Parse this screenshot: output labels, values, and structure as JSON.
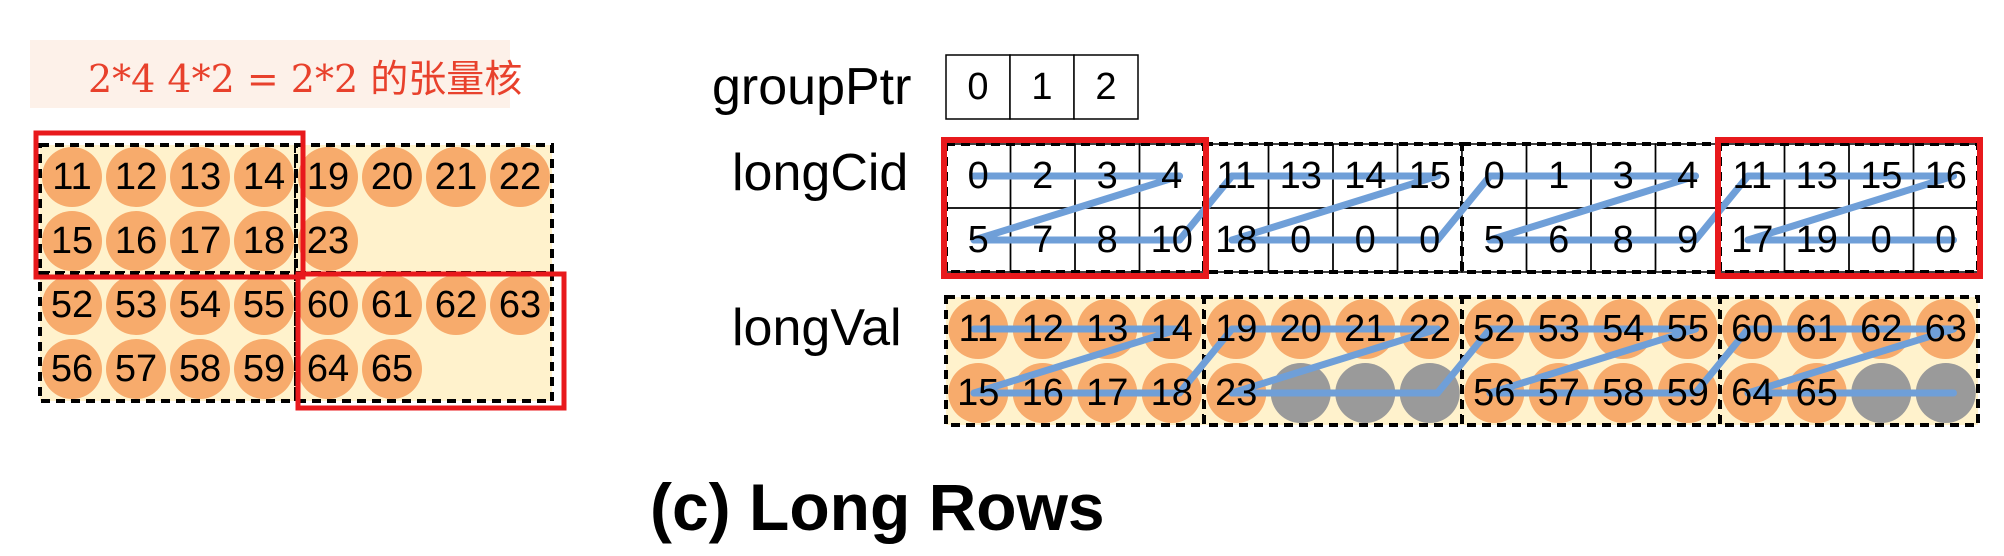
{
  "header_text": "2*4 4*2 = 2*2 的张量核",
  "caption": "(c)  Long Rows",
  "labels": {
    "groupPtr": "groupPtr",
    "longCid": "longCid",
    "longVal": "longVal"
  },
  "matrix": {
    "rows": [
      [
        "11",
        "12",
        "13",
        "14",
        "19",
        "20",
        "21",
        "22"
      ],
      [
        "15",
        "16",
        "17",
        "18",
        "23",
        "",
        "",
        ""
      ],
      [
        "52",
        "53",
        "54",
        "55",
        "60",
        "61",
        "62",
        "63"
      ],
      [
        "56",
        "57",
        "58",
        "59",
        "64",
        "65",
        "",
        ""
      ]
    ]
  },
  "groupPtr": [
    "0",
    "1",
    "2"
  ],
  "longCid": [
    {
      "top": [
        "0",
        "2",
        "3",
        "4"
      ],
      "bottom": [
        "5",
        "7",
        "8",
        "10"
      ],
      "highlighted": true
    },
    {
      "top": [
        "11",
        "13",
        "14",
        "15"
      ],
      "bottom": [
        "18",
        "0",
        "0",
        "0"
      ],
      "highlighted": false
    },
    {
      "top": [
        "0",
        "1",
        "3",
        "4"
      ],
      "bottom": [
        "5",
        "6",
        "8",
        "9"
      ],
      "highlighted": false
    },
    {
      "top": [
        "11",
        "13",
        "15",
        "16"
      ],
      "bottom": [
        "17",
        "19",
        "0",
        "0"
      ],
      "highlighted": true
    }
  ],
  "longVal": [
    {
      "top": [
        "11",
        "12",
        "13",
        "14"
      ],
      "bottom": [
        "15",
        "16",
        "17",
        "18"
      ]
    },
    {
      "top": [
        "19",
        "20",
        "21",
        "22"
      ],
      "bottom": [
        "23",
        "",
        "",
        ""
      ]
    },
    {
      "top": [
        "52",
        "53",
        "54",
        "55"
      ],
      "bottom": [
        "56",
        "57",
        "58",
        "59"
      ]
    },
    {
      "top": [
        "60",
        "61",
        "62",
        "63"
      ],
      "bottom": [
        "64",
        "65",
        "",
        ""
      ]
    }
  ],
  "colors": {
    "highlight_red": "#e8191c",
    "header_red": "#e8412c",
    "header_bg": "#fdf1e9",
    "circle_orange": "#f7ab6c",
    "circle_gray": "#9a9a9a",
    "block_fill": "#fff2cc",
    "path_blue": "#6f9fd8",
    "text": "#000000"
  }
}
